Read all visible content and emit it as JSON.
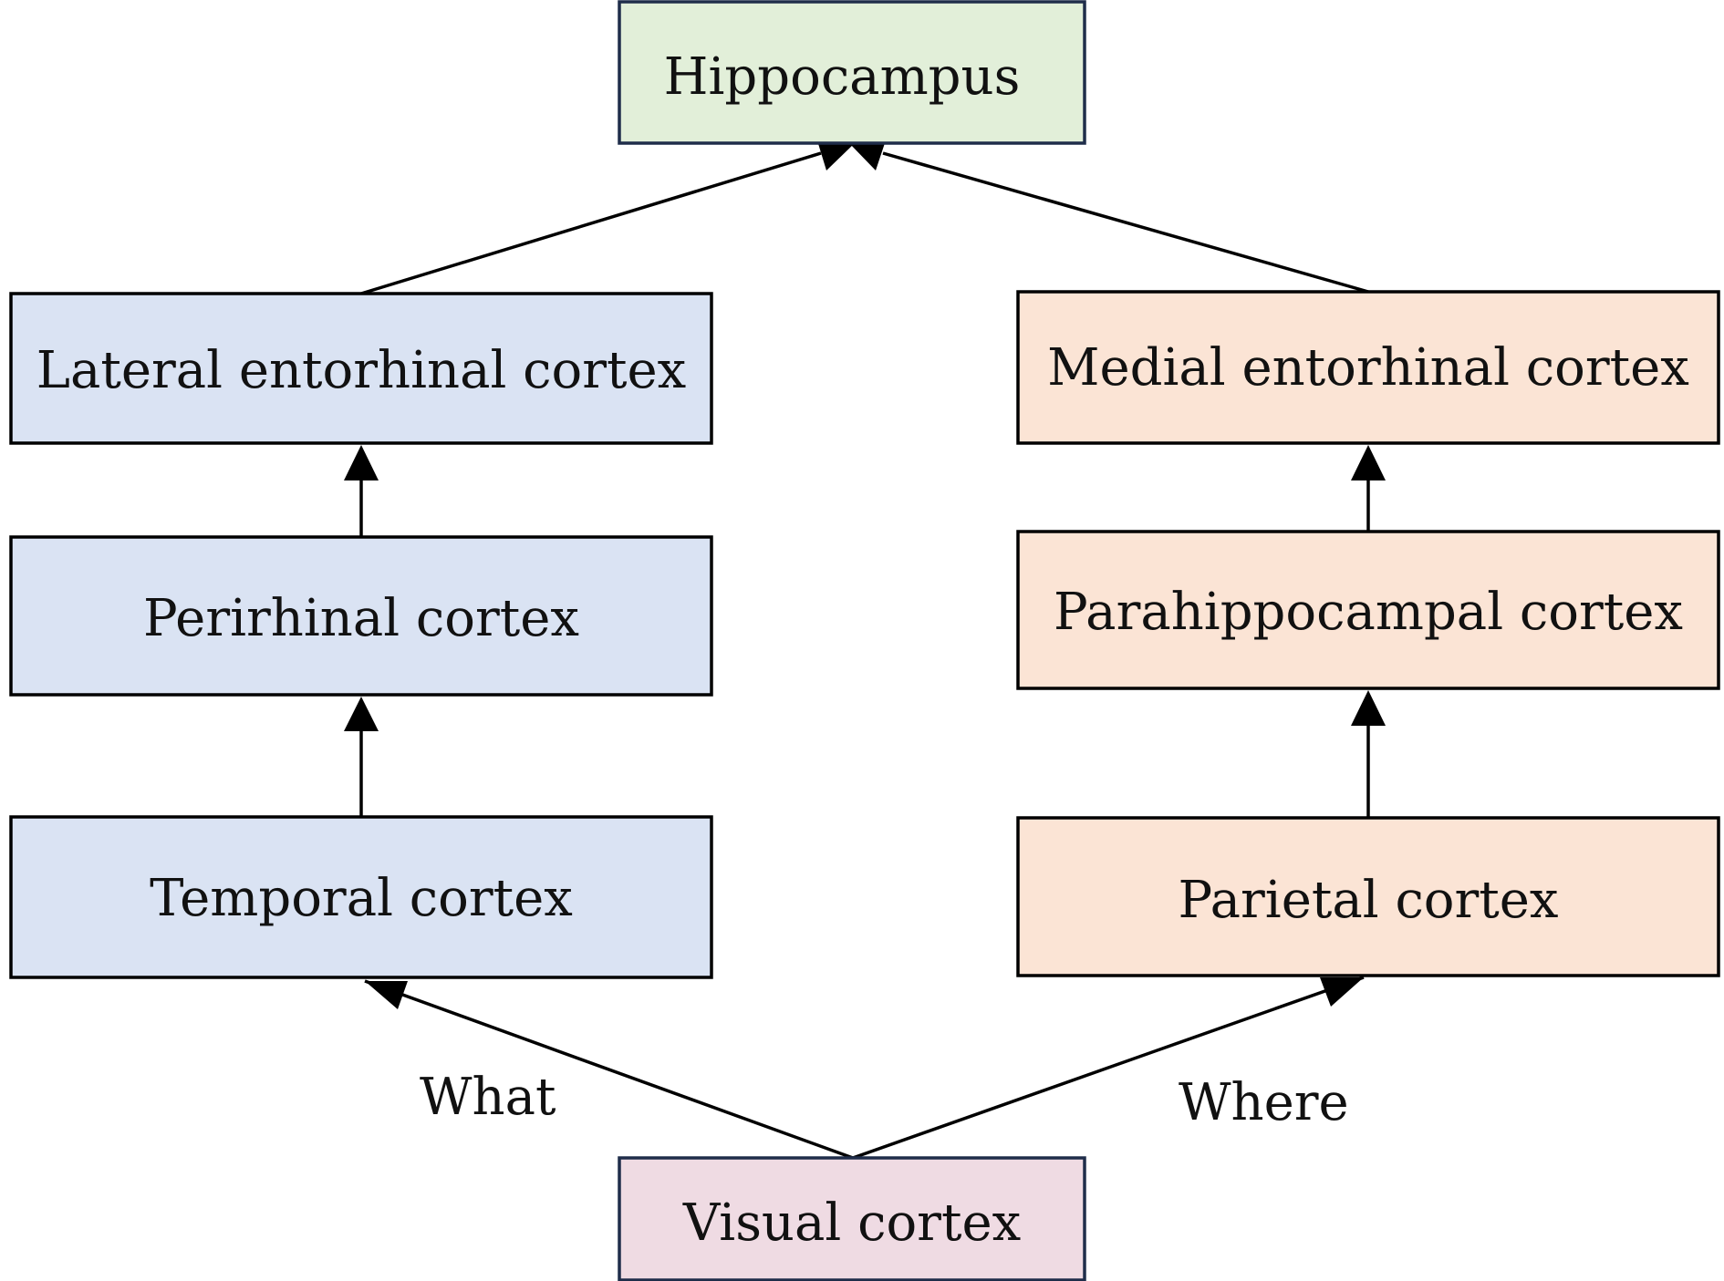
{
  "nodes": {
    "hippocampus": {
      "label": "Hippocampus",
      "fill": "#e2efd9",
      "stroke": "#1f2d4a"
    },
    "lateral_entorhinal": {
      "label": "Lateral entorhinal cortex",
      "fill": "#dae3f3",
      "stroke": "#000000"
    },
    "perirhinal": {
      "label": "Perirhinal cortex",
      "fill": "#dae3f3",
      "stroke": "#000000"
    },
    "temporal": {
      "label": "Temporal cortex",
      "fill": "#dae3f3",
      "stroke": "#000000"
    },
    "medial_entorhinal": {
      "label": "Medial entorhinal cortex",
      "fill": "#fbe4d5",
      "stroke": "#000000"
    },
    "parahippocampal": {
      "label": "Parahippocampal cortex",
      "fill": "#fbe4d5",
      "stroke": "#000000"
    },
    "parietal": {
      "label": "Parietal cortex",
      "fill": "#fbe4d5",
      "stroke": "#000000"
    },
    "visual": {
      "label": "Visual cortex",
      "fill": "#efdbe3",
      "stroke": "#1f2d4a"
    }
  },
  "edges": [
    {
      "from": "visual",
      "to": "temporal",
      "label": "What"
    },
    {
      "from": "visual",
      "to": "parietal",
      "label": "Where"
    },
    {
      "from": "temporal",
      "to": "perirhinal",
      "label": ""
    },
    {
      "from": "perirhinal",
      "to": "lateral_entorhinal",
      "label": ""
    },
    {
      "from": "parietal",
      "to": "parahippocampal",
      "label": ""
    },
    {
      "from": "parahippocampal",
      "to": "medial_entorhinal",
      "label": ""
    },
    {
      "from": "lateral_entorhinal",
      "to": "hippocampus",
      "label": ""
    },
    {
      "from": "medial_entorhinal",
      "to": "hippocampus",
      "label": ""
    }
  ]
}
